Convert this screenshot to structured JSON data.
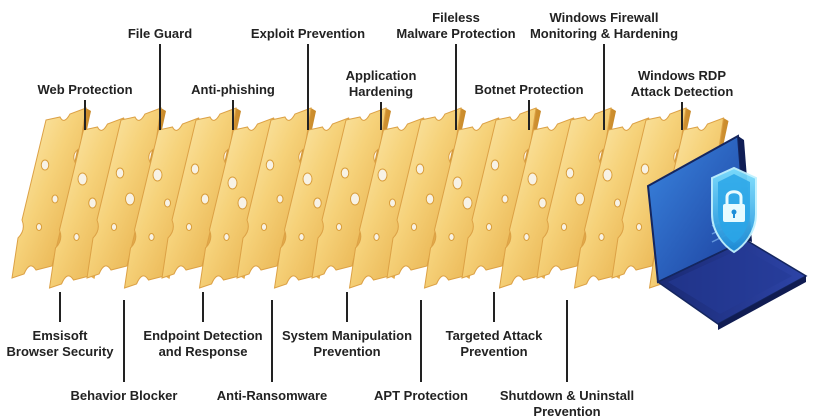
{
  "top_labels": [
    {
      "line1": "Web Protection",
      "line2": ""
    },
    {
      "line1": "File Guard",
      "line2": ""
    },
    {
      "line1": "Anti-phishing",
      "line2": ""
    },
    {
      "line1": "Exploit Prevention",
      "line2": ""
    },
    {
      "line1": "Application",
      "line2": "Hardening"
    },
    {
      "line1": "Fileless",
      "line2": "Malware Protection"
    },
    {
      "line1": "Botnet Protection",
      "line2": ""
    },
    {
      "line1": "Windows Firewall",
      "line2": "Monitoring & Hardening"
    },
    {
      "line1": "Windows RDP",
      "line2": "Attack Detection"
    }
  ],
  "bottom_labels": [
    {
      "line1": "Emsisoft",
      "line2": "Browser Security"
    },
    {
      "line1": "Behavior Blocker",
      "line2": ""
    },
    {
      "line1": "Endpoint Detection",
      "line2": "and Response"
    },
    {
      "line1": "Anti-Ransomware",
      "line2": ""
    },
    {
      "line1": "System Manipulation",
      "line2": "Prevention"
    },
    {
      "line1": "APT Protection",
      "line2": ""
    },
    {
      "line1": "Targeted Attack",
      "line2": "Prevention"
    },
    {
      "line1": "Shutdown & Uninstall",
      "line2": "Prevention"
    }
  ],
  "colors": {
    "cheese_light": "#fbe7a4",
    "cheese_mid": "#f3c75a",
    "cheese_dark": "#dea23a",
    "hole": "#f0f0f0",
    "laptop_body": "#1d2b7a",
    "laptop_screen": "#2b67c9",
    "shield": "#3ec1f0",
    "label_text": "#222222"
  },
  "icons": {
    "laptop": "laptop-icon",
    "shield": "shield-lock-icon"
  }
}
